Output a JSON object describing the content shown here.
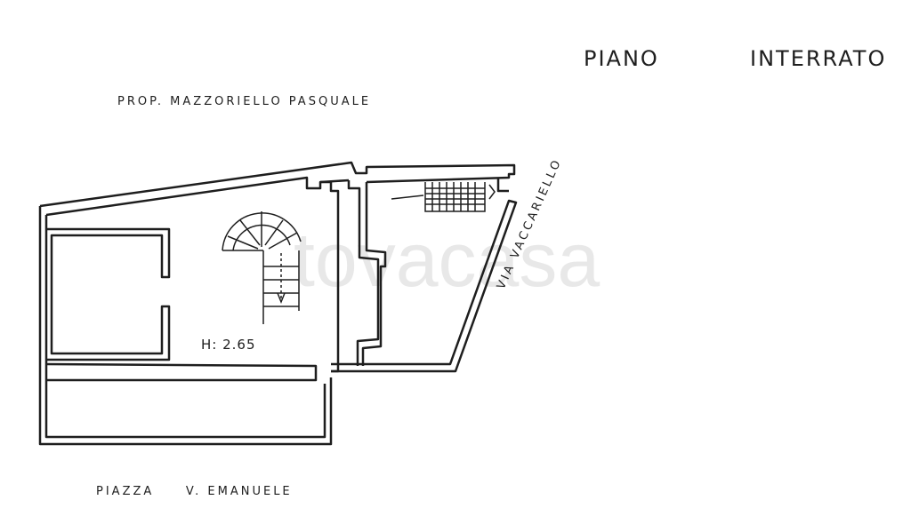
{
  "title": {
    "left": "PIANO",
    "right": "INTERRATO"
  },
  "labels": {
    "owner": "PROP. MAZZORIELLO PASQUALE",
    "height": "H: 2.65",
    "street": "VIA VACCARIELLO",
    "square": "PIAZZA     V. EMANUELE"
  },
  "watermark": "tovacasa",
  "colors": {
    "ink": "#1e1e1e",
    "paper": "#ffffff",
    "watermark": "#bebebe"
  }
}
